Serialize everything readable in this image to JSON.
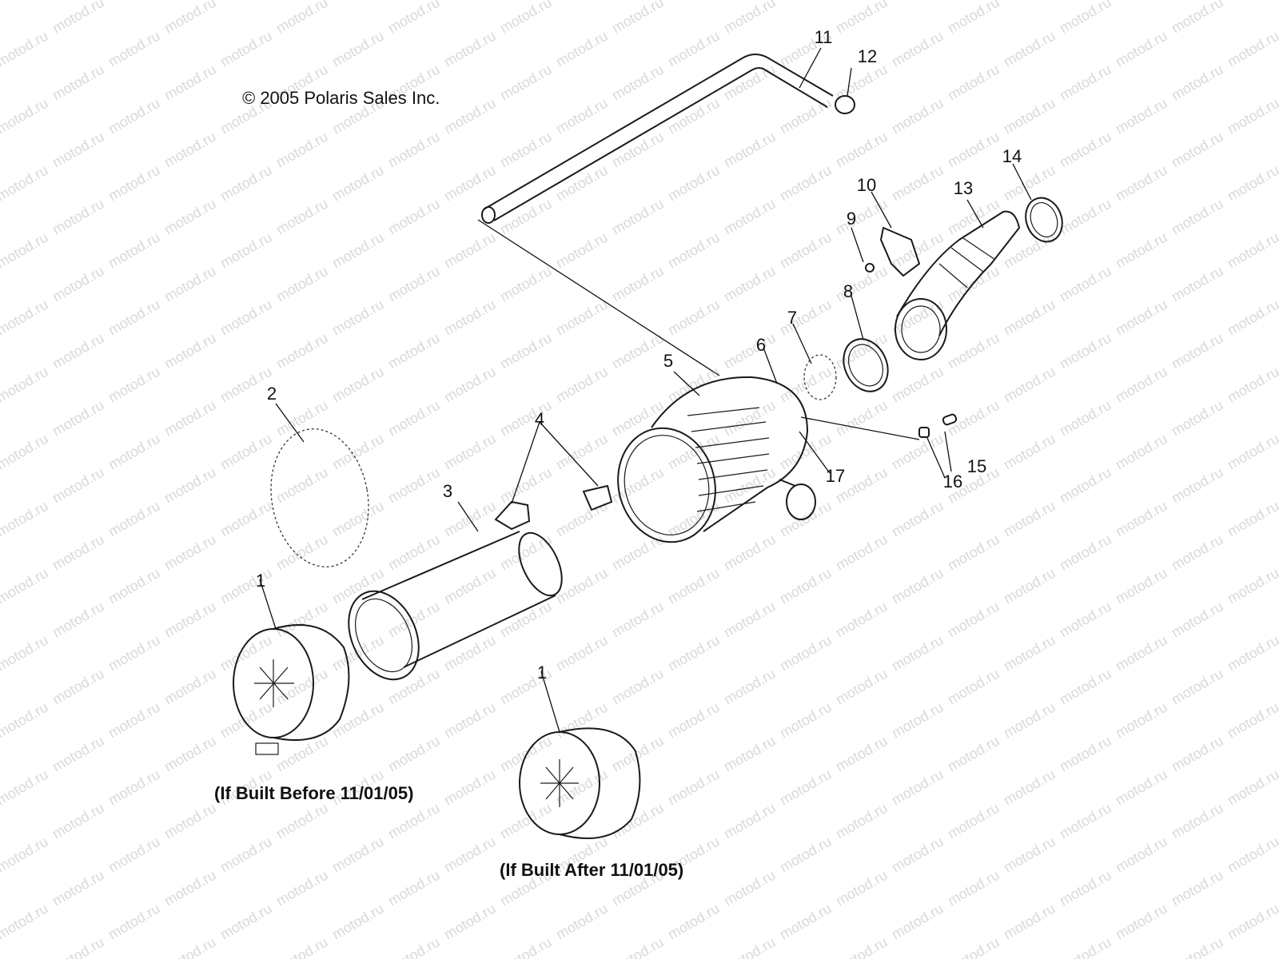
{
  "copyright": "© 2005 Polaris Sales Inc.",
  "captions": {
    "before": "(If Built Before 11/01/05)",
    "after": "(If Built After 11/01/05)"
  },
  "watermark": "motod.ru",
  "callouts": {
    "c1a": "1",
    "c1b": "1",
    "c2": "2",
    "c3": "3",
    "c4": "4",
    "c5": "5",
    "c6": "6",
    "c7": "7",
    "c8": "8",
    "c9": "9",
    "c10": "10",
    "c11": "11",
    "c12": "12",
    "c13": "13",
    "c14": "14",
    "c15": "15",
    "c16": "16",
    "c17": "17"
  }
}
